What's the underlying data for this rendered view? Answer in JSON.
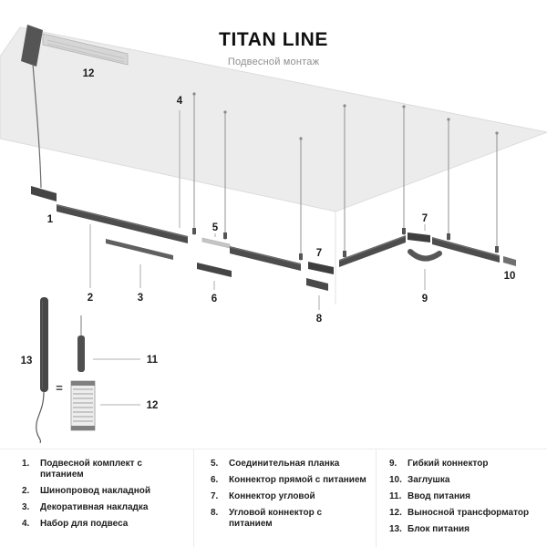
{
  "header": {
    "title": "TITAN LINE",
    "subtitle": "Подвесной монтаж"
  },
  "callouts": {
    "n1": "1",
    "n2": "2",
    "n3": "3",
    "n4": "4",
    "n5": "5",
    "n6": "6",
    "n7a": "7",
    "n7b": "7",
    "n8": "8",
    "n9": "9",
    "n10": "10",
    "n11": "11",
    "n12_top": "12",
    "n12_side": "12",
    "n13": "13",
    "equals": "="
  },
  "legend": {
    "columns": [
      {
        "items": [
          {
            "num": "1.",
            "label": "Подвесной комплект с питанием"
          },
          {
            "num": "2.",
            "label": "Шинопровод накладной"
          },
          {
            "num": "3.",
            "label": "Декоративная накладка"
          },
          {
            "num": "4.",
            "label": "Набор для подвеса"
          }
        ]
      },
      {
        "items": [
          {
            "num": "5.",
            "label": "Соединительная планка"
          },
          {
            "num": "6.",
            "label": "Коннектор прямой с питанием"
          },
          {
            "num": "7.",
            "label": "Коннектор угловой"
          },
          {
            "num": "8.",
            "label": "Угловой коннектор с питанием"
          }
        ]
      },
      {
        "items": [
          {
            "num": "9.",
            "label": "Гибкий коннектор"
          },
          {
            "num": "10.",
            "label": "Заглушка"
          },
          {
            "num": "11.",
            "label": "Ввод питания"
          },
          {
            "num": "12.",
            "label": "Выносной трансформатор"
          },
          {
            "num": "13.",
            "label": "Блок питания"
          }
        ]
      }
    ]
  },
  "colors": {
    "track": "#4d4d4d",
    "ceiling": "#ececec",
    "leader_line": "#ababab",
    "text": "#1b1b1b",
    "subtitle": "#8e8e8e"
  }
}
